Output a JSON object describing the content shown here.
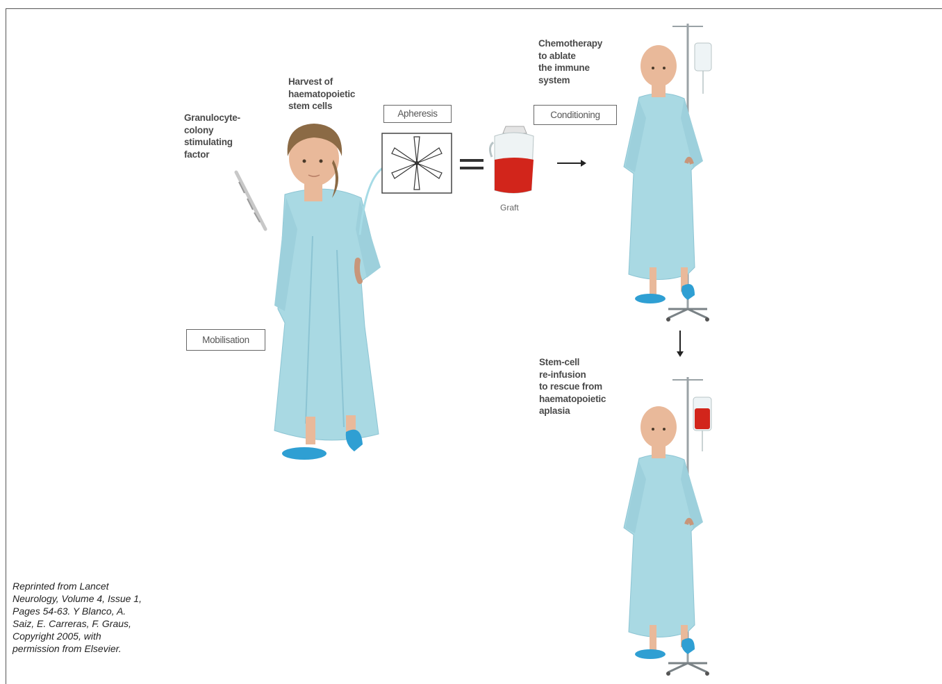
{
  "labels": {
    "gcsf": "Granulocyte-\ncolony\nstimulating\nfactor",
    "harvest": "Harvest of\nhaematopoietic\nstem cells",
    "chemo": "Chemotherapy\nto ablate\nthe immune\nsystem",
    "reinfusion": "Stem-cell\nre-infusion\nto rescue from\nhaematopoietic\naplasia",
    "graft": "Graft"
  },
  "boxes": {
    "apheresis": "Apheresis",
    "conditioning": "Conditioning",
    "mobilisation": "Mobilisation"
  },
  "credit": "Reprinted from Lancet\nNeurology, Volume 4, Issue 1,\nPages 54-63. Y Blanco, A.\nSaiz, E. Carreras, F. Graus,\nCopyright 2005, with\npermission from Elsevier.",
  "colors": {
    "gown": "#a9d9e3",
    "gown_shadow": "#7fbccb",
    "slipper": "#2f9fd3",
    "blood": "#d2251b",
    "skin": "#e9b99a",
    "hair": "#8b6a45"
  }
}
